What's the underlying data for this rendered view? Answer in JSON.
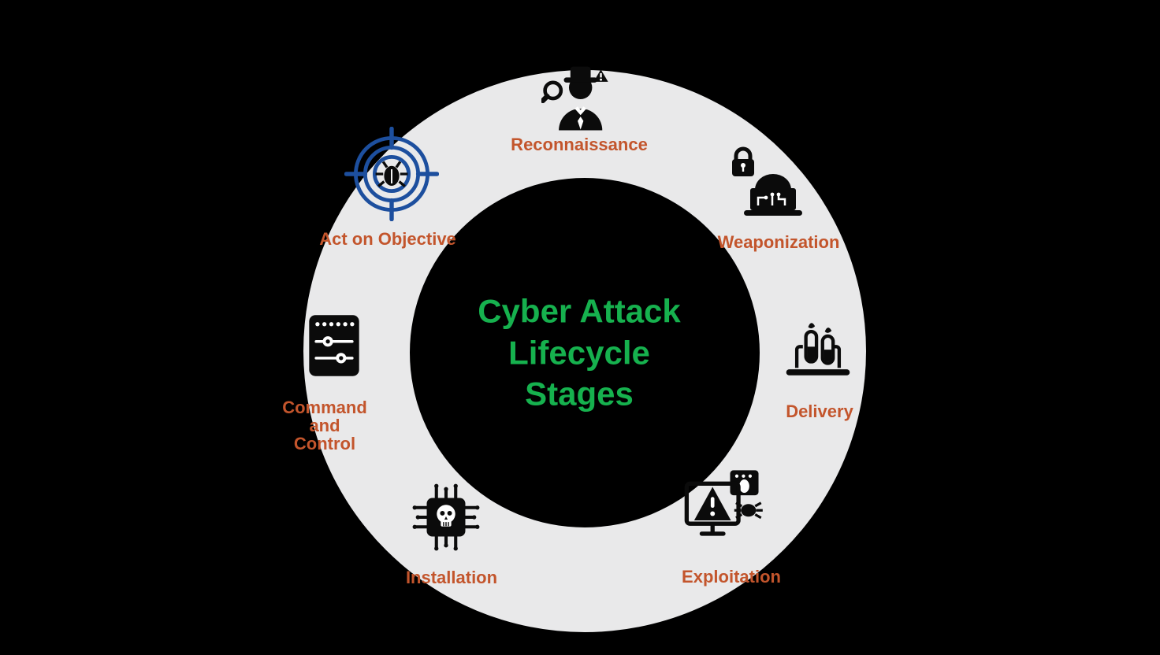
{
  "title": "Cyber Attack\nLifecycle\nStages",
  "stages": [
    {
      "label": "Reconnaissance",
      "icon": "spy-magnifier-icon"
    },
    {
      "label": "Weaponization",
      "icon": "hacker-laptop-lock-icon"
    },
    {
      "label": "Delivery",
      "icon": "laptop-vials-icon"
    },
    {
      "label": "Exploitation",
      "icon": "monitor-warning-bug-icon"
    },
    {
      "label": "Installation",
      "icon": "chip-skull-icon"
    },
    {
      "label": "Command\nand\nControl",
      "icon": "control-panel-sliders-icon"
    },
    {
      "label": "Act on Objective",
      "icon": "target-bug-icon"
    }
  ],
  "colors": {
    "background": "#000000",
    "ring": "#e9e9ea",
    "label": "#c3552c",
    "title": "#16b14e",
    "icon": "#0b0b0b",
    "target": "#1d4f9e"
  }
}
